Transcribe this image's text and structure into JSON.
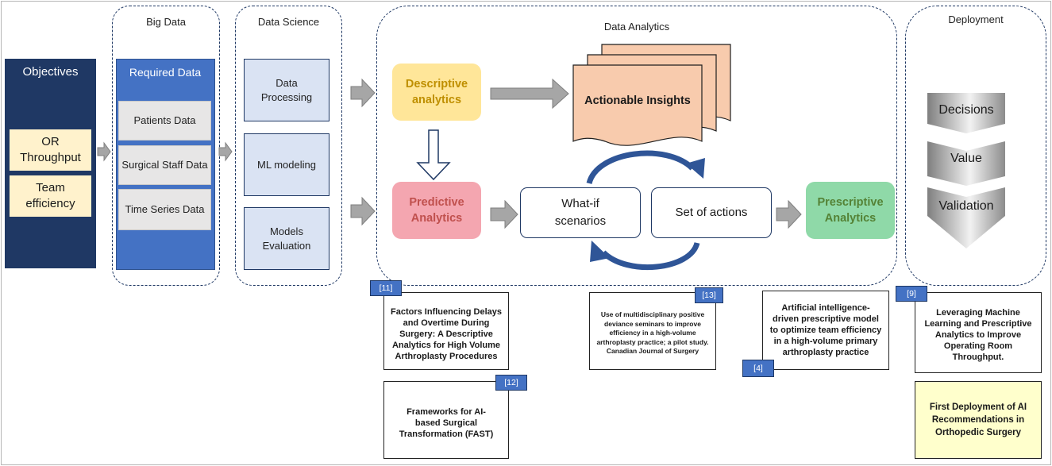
{
  "objectives": {
    "title": "Objectives",
    "items": [
      "OR Throughput",
      "Team efficiency"
    ]
  },
  "big_data": {
    "title": "Big Data",
    "header": "Required Data",
    "items": [
      "Patients Data",
      "Surgical Staff Data",
      "Time Series Data"
    ]
  },
  "data_science": {
    "title": "Data Science",
    "items": [
      "Data Processing",
      "ML modeling",
      "Models Evaluation"
    ]
  },
  "data_analytics": {
    "title": "Data Analytics",
    "descriptive": "Descriptive analytics",
    "insights": "Actionable Insights",
    "predictive": "Predictive Analytics",
    "what_if": "What-if scenarios",
    "actions": "Set of actions",
    "prescriptive": "Prescriptive Analytics"
  },
  "deployment": {
    "title": "Deployment",
    "steps": [
      "Decisions",
      "Value",
      "Validation"
    ]
  },
  "references": {
    "r11": {
      "tag": "[11]",
      "text": "Factors Influencing Delays and Overtime During Surgery: A Descriptive Analytics for High Volume Arthroplasty Procedures"
    },
    "r12": {
      "tag": "[12]",
      "text": "Frameworks for AI-based Surgical Transformation (FAST)"
    },
    "r13": {
      "tag": "[13]",
      "text": "Use of multidisciplinary positive deviance seminars to improve efficiency in a high-volume arthroplasty practice; a pilot study. Canadian Journal of Surgery"
    },
    "r4": {
      "tag": "[4]",
      "text": "Artificial intelligence-driven prescriptive model to optimize team efficiency in a high-volume primary arthroplasty practice"
    },
    "r9": {
      "tag": "[9]",
      "text": "Leveraging Machine Learning and Prescriptive Analytics to Improve Operating Room Throughput."
    },
    "first": {
      "text": "First Deployment of AI Recommendations in Orthopedic Surgery"
    }
  },
  "colors": {
    "navy": "#1f3864",
    "blue": "#4472c4",
    "arrow_gray": "#a6a6a6",
    "descriptive": "#ffe699",
    "predictive": "#f4a6b0",
    "prescriptive": "#8fd9a8",
    "insights": "#f8cbad"
  }
}
